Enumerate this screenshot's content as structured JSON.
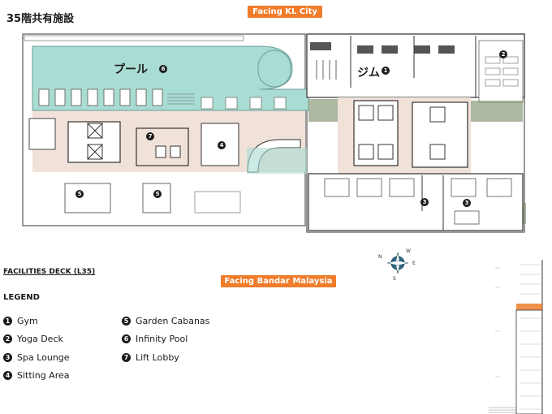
{
  "header": {
    "floor_title": "35階共有施設",
    "facing_top": "Facing KL City",
    "facing_bottom": "Facing Bandar Malaysia"
  },
  "plan": {
    "pool_label": "プール",
    "pool_number": "6",
    "gym_label": "ジム",
    "gym_number": "1",
    "markers": [
      "2",
      "3",
      "3",
      "4",
      "5",
      "5",
      "7"
    ]
  },
  "deck_title": "FACILITIES DECK (L35)",
  "legend": {
    "title": "LEGEND",
    "items": [
      {
        "num": "1",
        "label": "Gym"
      },
      {
        "num": "2",
        "label": "Yoga Deck"
      },
      {
        "num": "3",
        "label": "Spa Lounge"
      },
      {
        "num": "4",
        "label": "Sitting Area"
      },
      {
        "num": "5",
        "label": "Garden Cabanas"
      },
      {
        "num": "6",
        "label": "Infinity Pool"
      },
      {
        "num": "7",
        "label": "Lift Lobby"
      }
    ]
  },
  "compass": {
    "n": "N",
    "e": "E",
    "s": "S",
    "w": "W"
  },
  "colors": {
    "accent": "#ef7d2b",
    "pool": "#a9dcd3",
    "deck": "#f0e2d9",
    "garden": "#8a9a7a"
  }
}
